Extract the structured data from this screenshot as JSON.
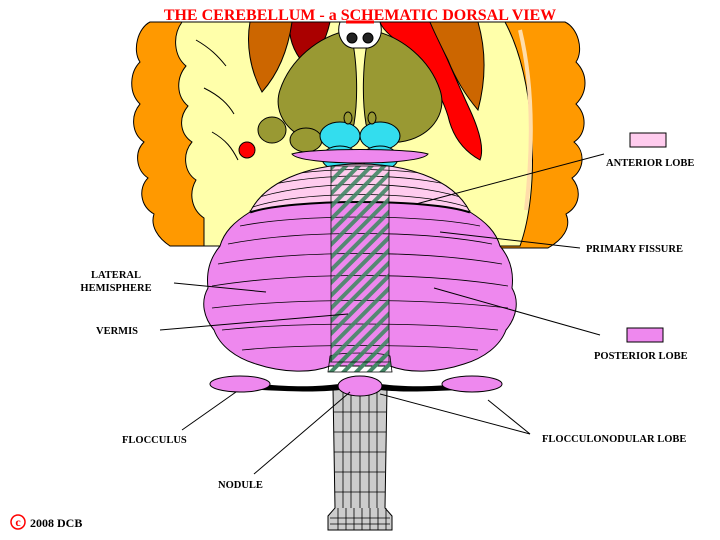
{
  "title": "THE CEREBELLUM - a SCHEMATIC DORSAL VIEW",
  "labels": {
    "anterior_lobe": "ANTERIOR LOBE",
    "primary_fissure": "PRIMARY FISSURE",
    "lateral": "LATERAL",
    "hemisphere": "HEMISPHERE",
    "vermis": "VERMIS",
    "posterior_lobe": "POSTERIOR LOBE",
    "flocculus": "FLOCCULUS",
    "flocculonodular_lobe": "FLOCCULONODULAR LOBE",
    "nodule": "NODULE"
  },
  "copyright": {
    "symbol": "c",
    "text": "2008  DCB"
  },
  "colors": {
    "anterior_lobe": "#ffccee",
    "posterior_lobe": "#ee88ee",
    "cerebrum_outer": "#ff9900",
    "cerebrum_inner": "#ffffaa",
    "thalamus": "#999933",
    "colliculi": "#33ddee",
    "brainstem": "#cccccc",
    "vermis_hatch": "#448866",
    "title": "#ff0000"
  }
}
